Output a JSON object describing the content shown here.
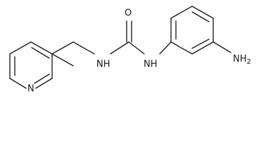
{
  "structure": {
    "atoms": {
      "oxygen": "O",
      "nh_left": "NH",
      "nh_right": "NH",
      "pyridine_n": "N",
      "amine": "NH",
      "amine_subscript": "2"
    }
  }
}
